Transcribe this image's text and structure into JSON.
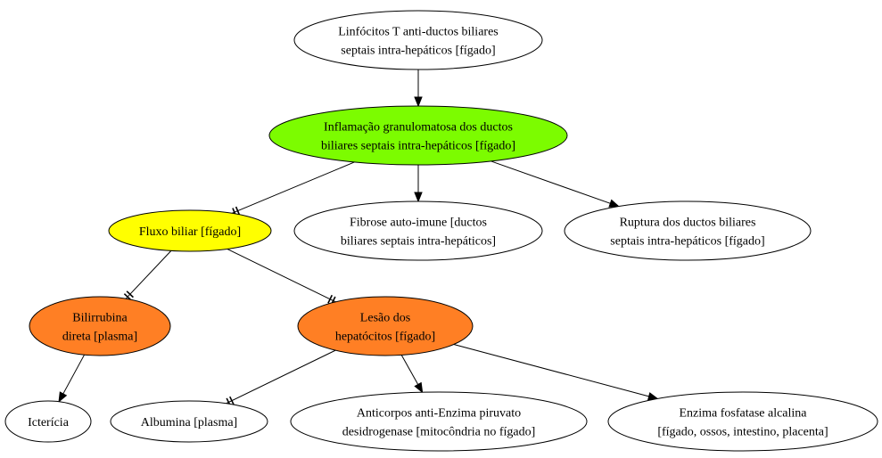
{
  "nodes": {
    "linfocitos": {
      "lines": [
        "Linfócitos T anti-ductos biliares",
        "septais intra-hepáticos [fígado]"
      ],
      "fill": "#ffffff"
    },
    "inflamacao": {
      "lines": [
        "Inflamação granulomatosa dos ductos",
        "biliares septais intra-hepáticos [fígado]"
      ],
      "fill": "#7cfc00"
    },
    "fluxo": {
      "lines": [
        "Fluxo biliar [fígado]"
      ],
      "fill": "#ffff00"
    },
    "fibrose": {
      "lines": [
        "Fibrose auto-imune [ductos",
        "biliares septais intra-hepáticos]"
      ],
      "fill": "#ffffff"
    },
    "ruptura": {
      "lines": [
        "Ruptura dos ductos biliares",
        "septais intra-hepáticos [fígado]"
      ],
      "fill": "#ffffff"
    },
    "bilirrubina": {
      "lines": [
        "Bilirrubina",
        "direta [plasma]"
      ],
      "fill": "#ff7f24"
    },
    "lesao": {
      "lines": [
        "Lesão dos",
        "hepatócitos [fígado]"
      ],
      "fill": "#ff7f24"
    },
    "ictericia": {
      "lines": [
        "Icterícia"
      ],
      "fill": "#ffffff"
    },
    "albumina": {
      "lines": [
        "Albumina [plasma]"
      ],
      "fill": "#ffffff"
    },
    "anticorpos": {
      "lines": [
        "Anticorpos anti-Enzima piruvato",
        "desidrogenase [mitocôndria no fígado]"
      ],
      "fill": "#ffffff"
    },
    "fosfatase": {
      "lines": [
        "Enzima fosfatase alcalina",
        "[fígado, ossos, intestino, placenta]"
      ],
      "fill": "#ffffff"
    }
  },
  "edges": [
    {
      "from": "linfocitos",
      "to": "inflamacao",
      "type": "arrow"
    },
    {
      "from": "inflamacao",
      "to": "fluxo",
      "type": "tee"
    },
    {
      "from": "inflamacao",
      "to": "fibrose",
      "type": "arrow"
    },
    {
      "from": "inflamacao",
      "to": "ruptura",
      "type": "arrow"
    },
    {
      "from": "fluxo",
      "to": "bilirrubina",
      "type": "tee"
    },
    {
      "from": "fluxo",
      "to": "lesao",
      "type": "tee"
    },
    {
      "from": "bilirrubina",
      "to": "ictericia",
      "type": "arrow"
    },
    {
      "from": "lesao",
      "to": "albumina",
      "type": "tee"
    },
    {
      "from": "lesao",
      "to": "anticorpos",
      "type": "arrow"
    },
    {
      "from": "lesao",
      "to": "fosfatase",
      "type": "arrow"
    }
  ]
}
